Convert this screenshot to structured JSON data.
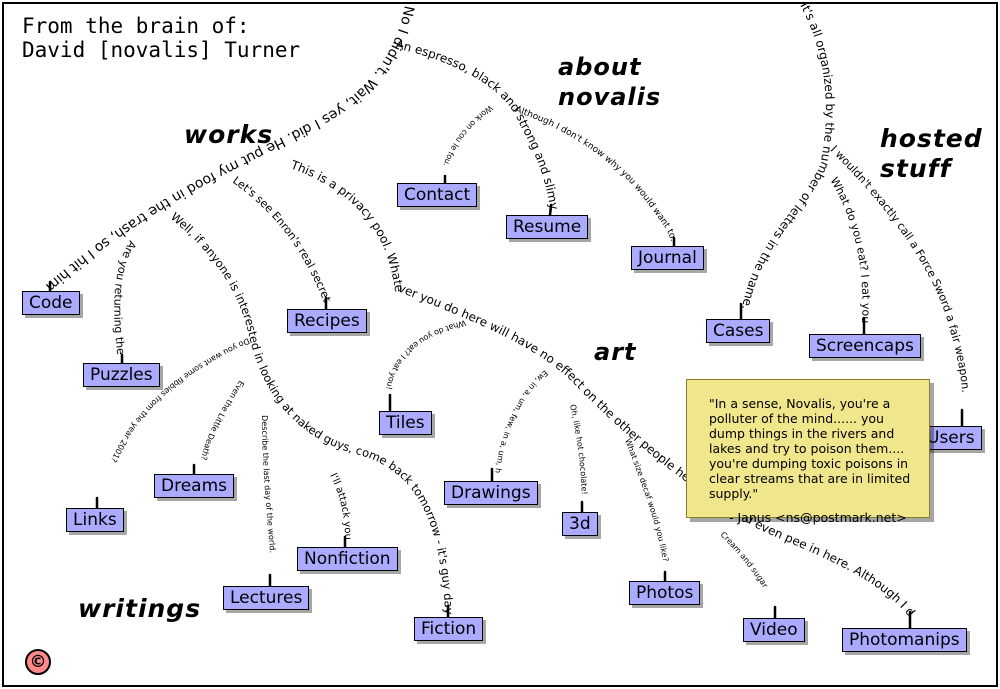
{
  "header": {
    "line1": "From the brain of:",
    "line2": "David [novalis] Turner"
  },
  "sections": {
    "works": "works",
    "about": "about novalis",
    "hosted": "hosted stuff",
    "art": "art",
    "writings": "writings"
  },
  "nodes": {
    "contact": "Contact",
    "resume": "Resume",
    "journal": "Journal",
    "code": "Code",
    "puzzles": "Puzzles",
    "recipes": "Recipes",
    "tiles": "Tiles",
    "links": "Links",
    "dreams": "Dreams",
    "lectures": "Lectures",
    "nonfiction": "Nonfiction",
    "fiction": "Fiction",
    "drawings": "Drawings",
    "three_d": "3d",
    "photos": "Photos",
    "video": "Video",
    "photomanips": "Photomanips",
    "cases": "Cases",
    "screencaps": "Screencaps",
    "users": "Users"
  },
  "branch_text": {
    "main_trunk": "No I didn't. Wait, yes I did. He put my food in the trash, so I hit him.",
    "espresso": "An espresso, black and strong and slimy.",
    "contact": "Work on cou le fou.",
    "journal": "Although I don't know why you would want to.",
    "puzzles": "Are you returning the dog?",
    "enron": "Let's see Enron's real secret!",
    "privacy": "This is a privacy pool.  Whatever you do here will have no effect on the other people here. You could even pee in here. Although I don't.",
    "tiles": "What do you eat? I eat you!",
    "writings_trunk": "Well, if anyone is interested in looking at naked guys, come back tomorrow - it's guy day!",
    "links": "Do you want some fibbies from the year 2001?",
    "dreams": "Even the Little Death?",
    "lectures": "Describe the last day of the world.",
    "nonfiction": "I'll attack you!",
    "drawings": "Ew, in a, um, few, in a, um, house.",
    "three_d": "Oh, like hot chocolate!",
    "photos": "What size decaf would you like?",
    "video": "Cream and sugar",
    "hosted_trunk": "It's all organized by the number of letters in the name.",
    "screencaps": "What do you eat? I eat you!",
    "users": "I wouldn't exactly call a Force Sword a fair weapon."
  },
  "quote": {
    "text": "\"In a sense, Novalis, you're  a polluter of the mind...... you dump things in the rivers and lakes and try to poison them.... you're dumping toxic poisons in clear streams that are in limited supply.\"",
    "attribution": "- Janus <ns@postmark.net>"
  },
  "copyright_symbol": "©",
  "colors": {
    "node_fill": "#aaaaff",
    "quote_fill": "#f0e68c",
    "copyright_fill": "#ff8a8a"
  }
}
